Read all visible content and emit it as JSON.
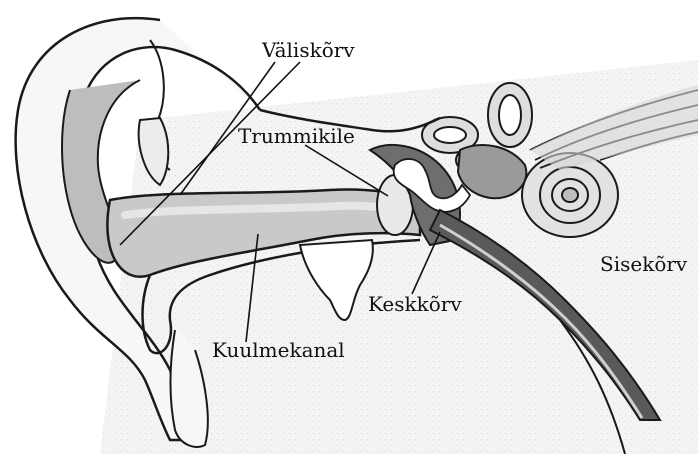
{
  "labels": {
    "outer_ear": "Väliskõrv",
    "eardrum": "Trummikile",
    "inner_ear": "Sisekõrv",
    "middle_ear": "Keskkõrv",
    "ear_canal": "Kuulmekanal"
  },
  "colors": {
    "line": "#1a1a1a",
    "skin": "#f2f2f2",
    "canal": "#c8c8c8",
    "bone": "#7a7a7a",
    "dark": "#4a4a4a",
    "background": "#ffffff"
  }
}
